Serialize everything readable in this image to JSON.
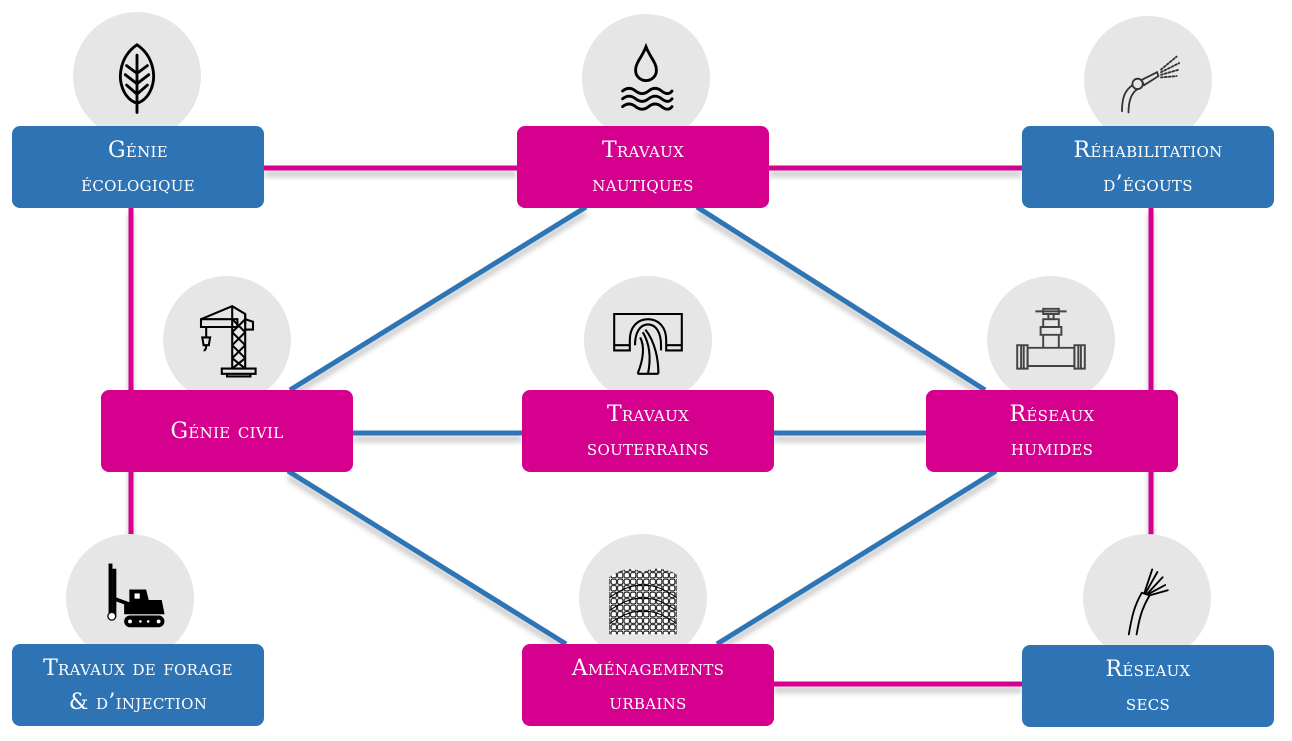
{
  "colors": {
    "blue": "#2e74b5",
    "magenta": "#d6008f",
    "circle_bg": "#e6e6e6",
    "text": "#ffffff"
  },
  "nodes": [
    {
      "id": "genie-ecologique",
      "line1": "Génie",
      "line2": "écologique",
      "color": "blue",
      "icon": "leaf-icon"
    },
    {
      "id": "travaux-nautiques",
      "line1": "Travaux",
      "line2": "nautiques",
      "color": "magenta",
      "icon": "water-drop-waves-icon"
    },
    {
      "id": "rehabilitation-egouts",
      "line1": "Réhabilitation",
      "line2": "d’égouts",
      "color": "blue",
      "icon": "hose-spray-icon"
    },
    {
      "id": "genie-civil",
      "line1": "Génie civil",
      "line2": "",
      "color": "magenta",
      "icon": "crane-icon"
    },
    {
      "id": "travaux-souterrains",
      "line1": "Travaux",
      "line2": "souterrains",
      "color": "magenta",
      "icon": "tunnel-icon"
    },
    {
      "id": "reseaux-humides",
      "line1": "Réseaux",
      "line2": "humides",
      "color": "magenta",
      "icon": "valve-pipe-icon"
    },
    {
      "id": "travaux-forage",
      "line1": "Travaux de forage",
      "line2": "& d’injection",
      "color": "blue",
      "icon": "drilling-rig-icon"
    },
    {
      "id": "amenagements-urbains",
      "line1": "Aménagements",
      "line2": "urbains",
      "color": "magenta",
      "icon": "paving-stones-icon"
    },
    {
      "id": "reseaux-secs",
      "line1": "Réseaux",
      "line2": "secs",
      "color": "blue",
      "icon": "cable-wires-icon"
    }
  ],
  "edges": [
    {
      "from": "genie-ecologique",
      "to": "travaux-nautiques",
      "color": "magenta"
    },
    {
      "from": "travaux-nautiques",
      "to": "rehabilitation-egouts",
      "color": "magenta"
    },
    {
      "from": "genie-ecologique",
      "to": "travaux-forage",
      "color": "magenta"
    },
    {
      "from": "rehabilitation-egouts",
      "to": "reseaux-secs",
      "color": "magenta"
    },
    {
      "from": "amenagements-urbains",
      "to": "reseaux-secs",
      "color": "magenta"
    },
    {
      "from": "genie-civil",
      "to": "travaux-souterrains",
      "color": "blue"
    },
    {
      "from": "travaux-souterrains",
      "to": "reseaux-humides",
      "color": "blue"
    },
    {
      "from": "genie-civil",
      "to": "travaux-nautiques",
      "color": "blue"
    },
    {
      "from": "travaux-nautiques",
      "to": "reseaux-humides",
      "color": "blue"
    },
    {
      "from": "genie-civil",
      "to": "amenagements-urbains",
      "color": "blue"
    },
    {
      "from": "amenagements-urbains",
      "to": "reseaux-humides",
      "color": "blue"
    }
  ]
}
